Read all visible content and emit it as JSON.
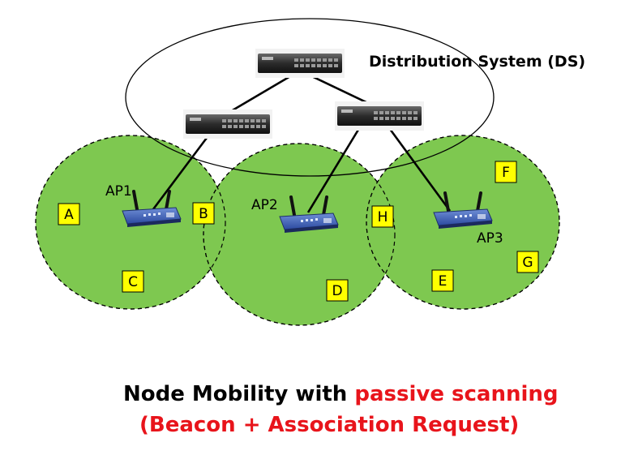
{
  "diagram": {
    "ds_label": "Distribution System (DS)",
    "access_points": [
      {
        "id": "ap1",
        "label": "AP1"
      },
      {
        "id": "ap2",
        "label": "AP2"
      },
      {
        "id": "ap3",
        "label": "AP3"
      }
    ],
    "nodes": [
      {
        "label": "A"
      },
      {
        "label": "B"
      },
      {
        "label": "C"
      },
      {
        "label": "D"
      },
      {
        "label": "E"
      },
      {
        "label": "F"
      },
      {
        "label": "G"
      },
      {
        "label": "H"
      }
    ],
    "colors": {
      "cell_fill": "#7ec850",
      "node_fill": "#ffff00",
      "highlight": "#e8141b"
    }
  },
  "caption": {
    "line1_prefix": "Node Mobility with ",
    "line1_highlight": "passive scanning",
    "line2": "(Beacon + Association Request)"
  }
}
